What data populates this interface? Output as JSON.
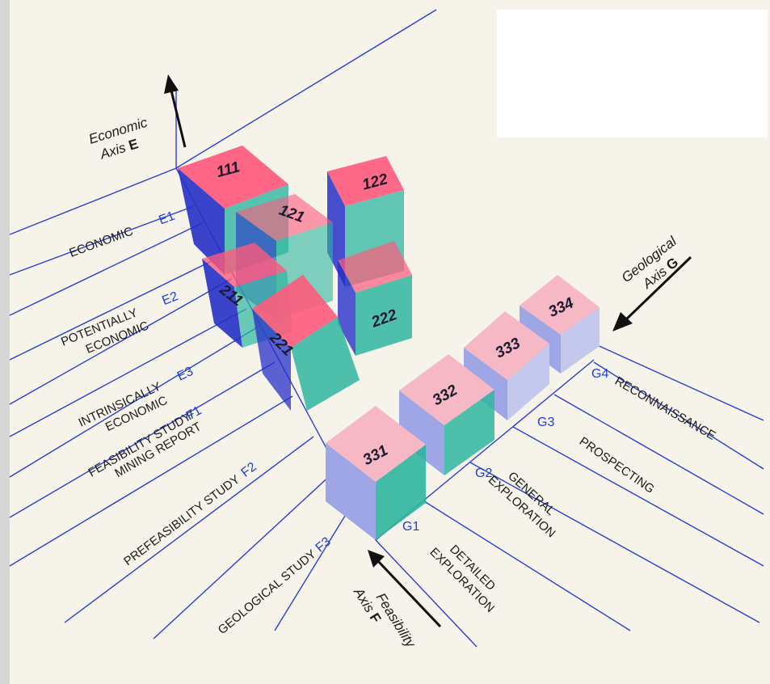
{
  "colors": {
    "top_face": "#ff5a7c",
    "front_face": "#2fb5a0",
    "side_face": "#2730c8",
    "light_top": "#f6b8c4",
    "light_front": "#c4c8ec",
    "light_side": "#9ea6e6",
    "grid_line": "#2a3fc8",
    "background": "#f5f3ea"
  },
  "axes": {
    "economic": {
      "line1": "Economic",
      "line2": "Axis",
      "letter": "E"
    },
    "geological": {
      "line1": "Geological",
      "line2": "Axis",
      "letter": "G"
    },
    "feasibility": {
      "line1": "Feasibility",
      "line2": "Axis",
      "letter": "F"
    }
  },
  "economic_levels": [
    {
      "label": "ECONOMIC",
      "index": "E1"
    },
    {
      "label_line1": "POTENTIALLY",
      "label_line2": "ECONOMIC",
      "index": "E2"
    },
    {
      "label_line1": "INTRINSICALLY",
      "label_line2": "ECONOMIC",
      "index": "E3"
    }
  ],
  "feasibility_levels": [
    {
      "label_line1": "FEASIBILITY STUDY/",
      "label_line2": "MINING REPORT",
      "index": "F1"
    },
    {
      "label": "PREFEASIBILITY STUDY",
      "index": "F2"
    },
    {
      "label": "GEOLOGICAL STUDY",
      "index": "F3"
    }
  ],
  "geological_levels": [
    {
      "label_line1": "DETAILED",
      "label_line2": "EXPLORATION",
      "index": "G1"
    },
    {
      "label_line1": "GENERAL",
      "label_line2": "EXPLORATION",
      "index": "G2"
    },
    {
      "label": "PROSPECTING",
      "index": "G3"
    },
    {
      "label": "RECONNAISSANCE",
      "index": "G4"
    }
  ],
  "cubes": [
    "111",
    "121",
    "122",
    "211",
    "221",
    "222",
    "331",
    "332",
    "333",
    "334"
  ]
}
